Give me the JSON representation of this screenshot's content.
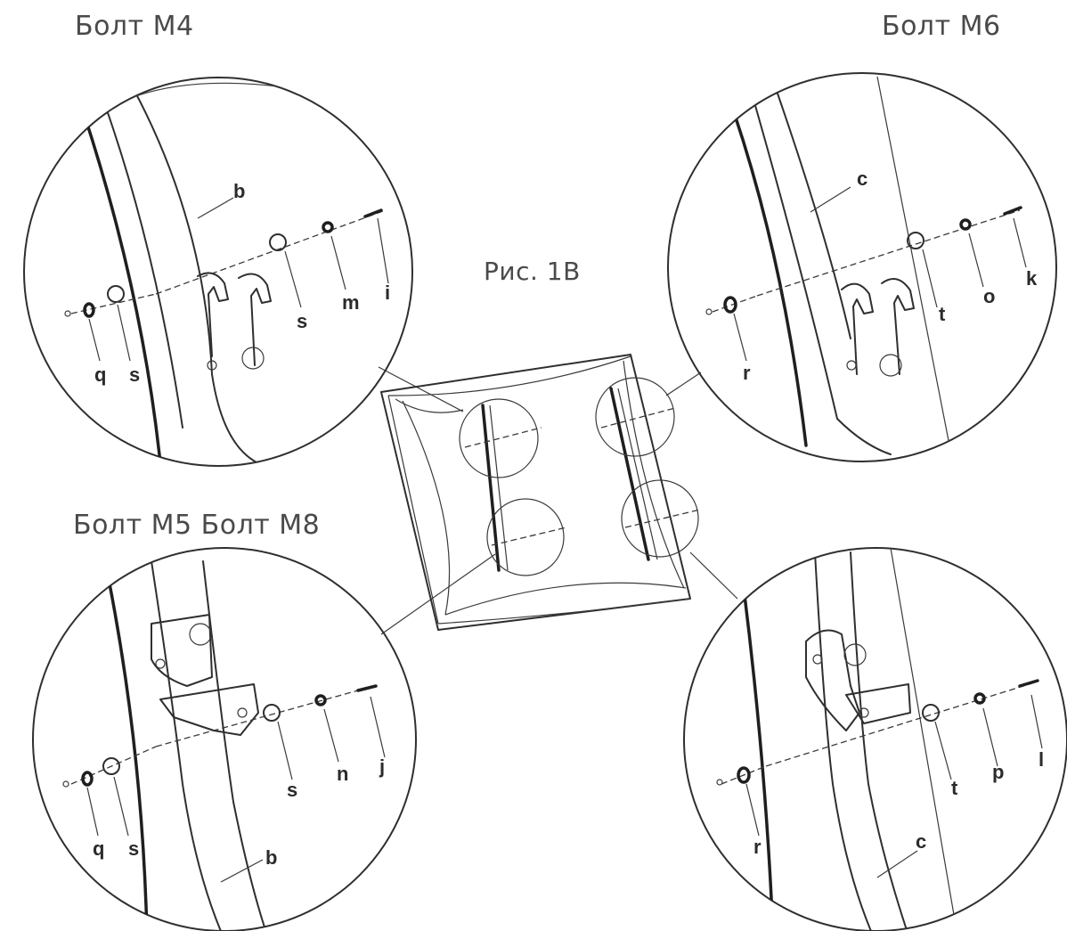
{
  "captions": {
    "top_left": "Болт M4",
    "top_right": "Болт M6",
    "bottom_left": "Болт M5 Болт M8",
    "figure": "Рис. 1B"
  },
  "details": {
    "top_left": {
      "labels": [
        "b",
        "s",
        "m",
        "i",
        "q",
        "s"
      ]
    },
    "top_right": {
      "labels": [
        "c",
        "t",
        "o",
        "k",
        "r"
      ]
    },
    "bottom_left": {
      "labels": [
        "s",
        "n",
        "j",
        "q",
        "s",
        "b"
      ]
    },
    "bottom_right": {
      "labels": [
        "t",
        "p",
        "l",
        "r",
        "c"
      ]
    }
  }
}
